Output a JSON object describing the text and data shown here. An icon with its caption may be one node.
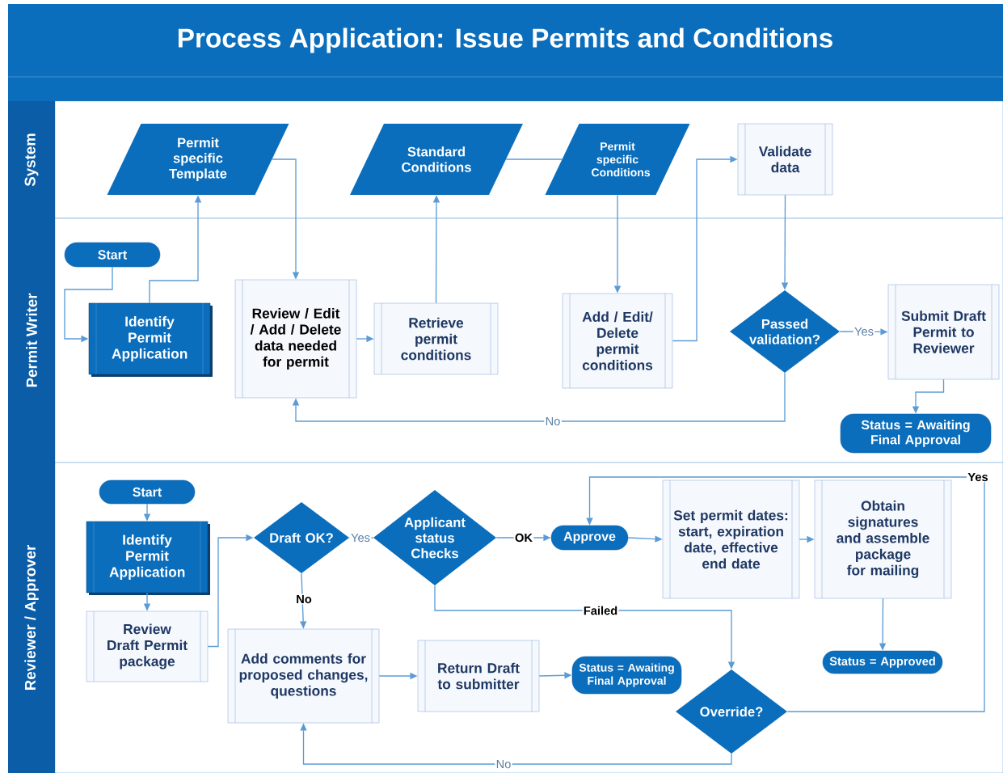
{
  "diagram": {
    "title": "Process Application: Issue Permits and Conditions",
    "nodes": [
      {
        "text": [
          "System"
        ]
      },
      {
        "text": [
          "Permit specific Template"
        ],
        "in": 0
      },
      {
        "text": [
          "Standard Conditions"
        ],
        "in": 0
      },
      {
        "text": [
          "Permit specific Conditions"
        ],
        "in": 0
      },
      {
        "text": [
          "Validate data"
        ],
        "in": 0
      },
      {
        "text": [
          "Permit Writer"
        ]
      },
      {
        "text": [
          "Start"
        ],
        "in": 5
      },
      {
        "text": [
          "Identify Permit Application"
        ],
        "in": 5
      },
      {
        "text": [
          "Review / Edit / Add / Delete data needed for permit"
        ],
        "in": 5
      },
      {
        "text": [
          "Retrieve permit conditions"
        ],
        "in": 5
      },
      {
        "text": [
          "Add / Edit/ Delete permit conditions"
        ],
        "in": 5
      },
      {
        "text": [
          "Passed validation?"
        ],
        "in": 5
      },
      {
        "text": [
          "Submit Draft Permit to Reviewer"
        ],
        "in": 5
      },
      {
        "text": [
          "Status = Awaiting Final Approval"
        ],
        "in": 5
      },
      {
        "text": [
          "Reviewer / Approver"
        ]
      },
      {
        "text": [
          "Start"
        ],
        "in": 14
      },
      {
        "text": [
          "Identify Permit Application"
        ],
        "in": 14
      },
      {
        "text": [
          "Review Draft Permit package"
        ],
        "in": 14
      },
      {
        "text": [
          "Draft OK?"
        ],
        "in": 14
      },
      {
        "text": [
          "Applicant status Checks"
        ],
        "in": 14
      },
      {
        "text": [
          "Approve"
        ],
        "in": 14
      },
      {
        "text": [
          "Set permit dates: start, expiration date, effective end date"
        ],
        "in": 14
      },
      {
        "text": [
          "Obtain signatures and assemble package for mailing"
        ],
        "in": 14
      },
      {
        "text": [
          "Add comments for proposed changes, questions"
        ],
        "in": 14
      },
      {
        "text": [
          "Return Draft to submitter"
        ],
        "in": 14
      },
      {
        "text": [
          "Status = Awaiting Final Approval"
        ],
        "in": 14
      },
      {
        "text": [
          "Status = Approved"
        ],
        "in": 14
      },
      {
        "text": [
          "Override?"
        ],
        "in": 14
      }
    ],
    "edges": [
      {
        "from": 6,
        "to": 7,
        "arrow": "to"
      },
      {
        "from": 7,
        "to": 1,
        "arrow": "to"
      },
      {
        "from": 1,
        "to": 8,
        "arrow": "to"
      },
      {
        "from": 8,
        "to": 9,
        "arrow": "to"
      },
      {
        "from": 9,
        "to": 2,
        "arrow": "to"
      },
      {
        "from": 2,
        "to": 3,
        "arrow": "none"
      },
      {
        "from": 3,
        "to": 10,
        "arrow": "to"
      },
      {
        "from": 10,
        "to": 4,
        "arrow": "to"
      },
      {
        "from": 4,
        "to": 11,
        "arrow": "to"
      },
      {
        "from": 11,
        "to": 12,
        "arrow": "to",
        "label": "Yes"
      },
      {
        "from": 11,
        "to": 8,
        "arrow": "to",
        "label": "No"
      },
      {
        "from": 12,
        "to": 13,
        "arrow": "to"
      },
      {
        "from": 15,
        "to": 16,
        "arrow": "to"
      },
      {
        "from": 16,
        "to": 17,
        "arrow": "to"
      },
      {
        "from": 17,
        "to": 18,
        "arrow": "to"
      },
      {
        "from": 18,
        "to": 19,
        "arrow": "none",
        "label": "Yes"
      },
      {
        "from": 19,
        "to": 20,
        "arrow": "to",
        "label": "OK"
      },
      {
        "from": 20,
        "to": 21,
        "arrow": "to"
      },
      {
        "from": 21,
        "to": 22,
        "arrow": "to"
      },
      {
        "from": 22,
        "to": 26,
        "arrow": "to"
      },
      {
        "from": 18,
        "to": 23,
        "arrow": "to",
        "label": "No"
      },
      {
        "from": 23,
        "to": 24,
        "arrow": "to"
      },
      {
        "from": 24,
        "to": 25,
        "arrow": "to"
      },
      {
        "from": 19,
        "to": 27,
        "arrow": "to",
        "label": "Failed"
      },
      {
        "from": 27,
        "to": 23,
        "arrow": "to",
        "label": "No"
      },
      {
        "from": 27,
        "to": 20,
        "arrow": "to",
        "label": "Yes"
      }
    ]
  }
}
